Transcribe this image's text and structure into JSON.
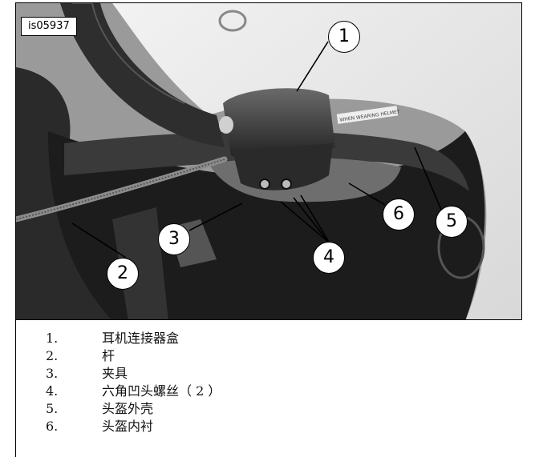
{
  "figure": {
    "id": "is05937",
    "helmet_text": "WHEN WEARING HELMET",
    "callouts": [
      "1",
      "2",
      "3",
      "4",
      "5",
      "6"
    ]
  },
  "legend": [
    {
      "num": "1.",
      "text": "耳机连接器盒"
    },
    {
      "num": "2.",
      "text": "杆"
    },
    {
      "num": "3.",
      "text": "夹具"
    },
    {
      "num": "4.",
      "text": "六角凹头螺丝（ 2 ）"
    },
    {
      "num": "5.",
      "text": "头盔外壳"
    },
    {
      "num": "6.",
      "text": "头盔内衬"
    }
  ]
}
